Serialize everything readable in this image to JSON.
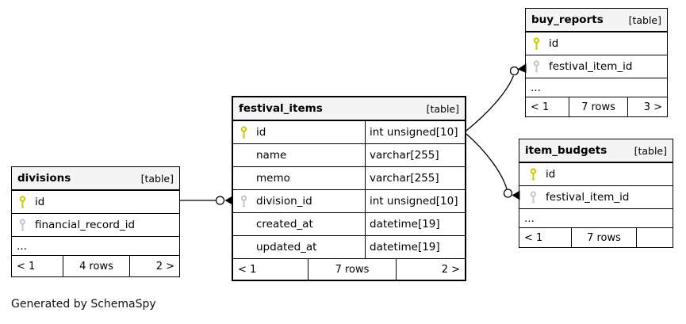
{
  "canvas": {
    "footer_note": "Generated by SchemaSpy"
  },
  "colors": {
    "primary_key": "#cccc00",
    "foreign_key": "#c8c8c8",
    "header_bg": "#f4f4f4",
    "border": "#000000"
  },
  "tables": {
    "divisions": {
      "title": "divisions",
      "badge": "[table]",
      "columns": [
        {
          "name": "id"
        },
        {
          "name": "financial_record_id"
        },
        {
          "name": "..."
        }
      ],
      "pager": {
        "prev": "< 1",
        "rows": "4 rows",
        "next": "2 >"
      }
    },
    "festival_items": {
      "title": "festival_items",
      "badge": "[table]",
      "columns": [
        {
          "name": "id",
          "type": "int unsigned[10]"
        },
        {
          "name": "name",
          "type": "varchar[255]"
        },
        {
          "name": "memo",
          "type": "varchar[255]"
        },
        {
          "name": "division_id",
          "type": "int unsigned[10]"
        },
        {
          "name": "created_at",
          "type": "datetime[19]"
        },
        {
          "name": "updated_at",
          "type": "datetime[19]"
        }
      ],
      "pager": {
        "prev": "< 1",
        "rows": "7 rows",
        "next": "2 >"
      }
    },
    "buy_reports": {
      "title": "buy_reports",
      "badge": "[table]",
      "columns": [
        {
          "name": "id"
        },
        {
          "name": "festival_item_id"
        },
        {
          "name": "..."
        }
      ],
      "pager": {
        "prev": "< 1",
        "rows": "7 rows",
        "next": "3 >"
      }
    },
    "item_budgets": {
      "title": "item_budgets",
      "badge": "[table]",
      "columns": [
        {
          "name": "id"
        },
        {
          "name": "festival_item_id"
        },
        {
          "name": "..."
        }
      ],
      "pager": {
        "prev": "< 1",
        "rows": "7 rows",
        "next": ""
      }
    }
  }
}
